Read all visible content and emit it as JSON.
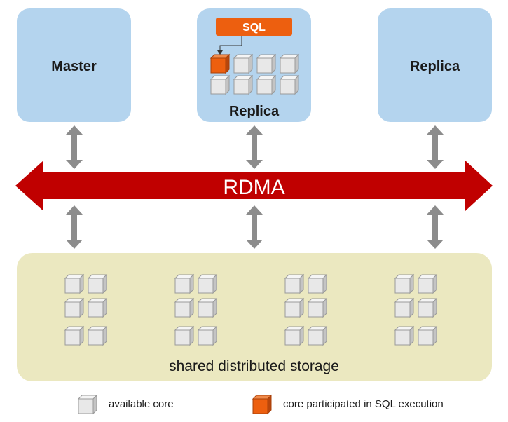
{
  "nodes": {
    "master": {
      "label": "Master"
    },
    "replica_center": {
      "label": "Replica"
    },
    "replica_right": {
      "label": "Replica"
    }
  },
  "sql_badge": {
    "label": "SQL"
  },
  "rdma": {
    "label": "RDMA"
  },
  "storage": {
    "label": "shared distributed storage"
  },
  "legend": {
    "available": "available core",
    "participated": "core participated in SQL execution"
  },
  "colors": {
    "node_fill": "#b4d4ee",
    "storage_fill": "#ebe8c0",
    "rdma_red": "#c00000",
    "sql_orange": "#ed5f0f",
    "arrow_gray": "#8c8c8c",
    "core_gray": "#e6e6e6"
  }
}
